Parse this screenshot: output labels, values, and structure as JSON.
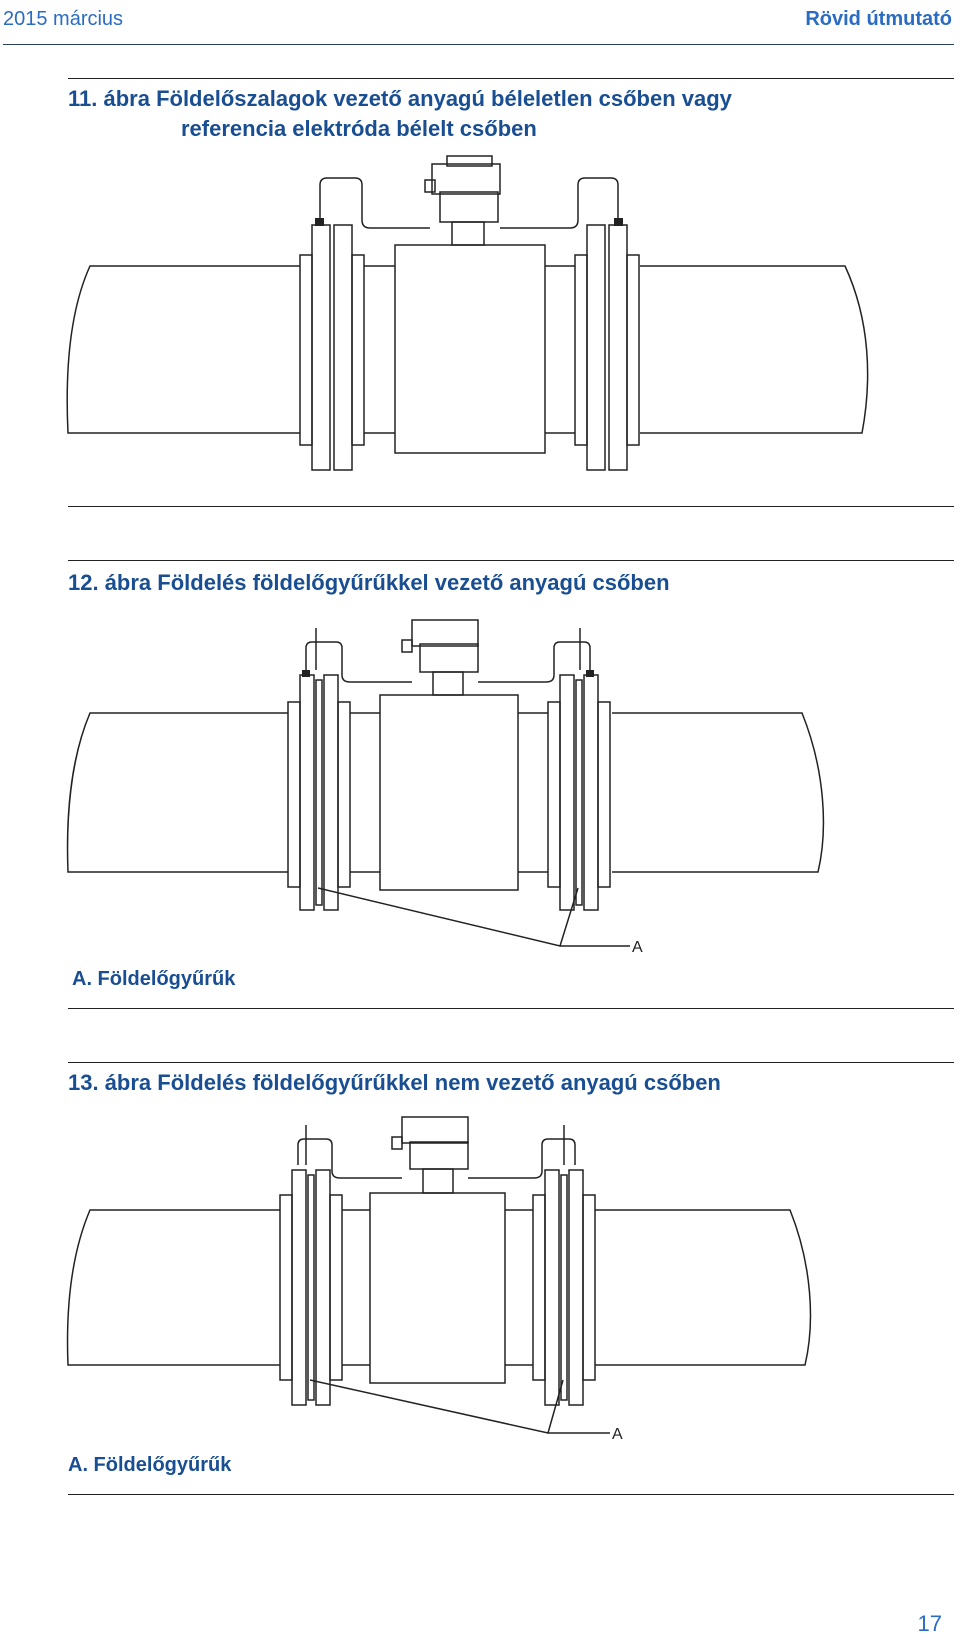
{
  "header": {
    "left": "2015 március",
    "right": "Rövid útmutató"
  },
  "fig11": {
    "title_line1": "11. ábra  Földelőszalagok vezető anyagú béleletlen csőben vagy",
    "title_line2": "referencia elektróda bélelt csőben"
  },
  "fig12": {
    "title": "12. ábra  Földelés földelőgyűrűkkel vezető anyagú csőben",
    "callout": "A",
    "legend": "A. Földelőgyűrűk"
  },
  "fig13": {
    "title": "13. ábra  Földelés földelőgyűrűkkel nem vezető anyagú csőben",
    "callout": "A",
    "legend": "A. Földelőgyűrűk"
  },
  "page_number": "17",
  "colors": {
    "heading": "#1a4e92",
    "header": "#2a6cc4",
    "line": "#222222"
  }
}
